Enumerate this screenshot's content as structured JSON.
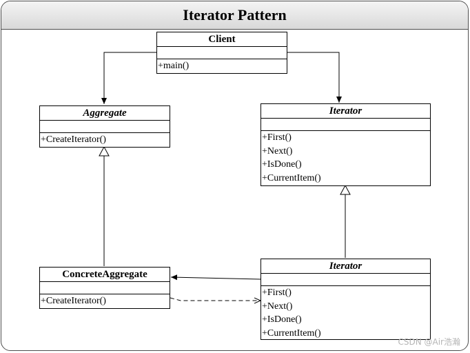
{
  "diagram": {
    "title": "Iterator Pattern",
    "classes": {
      "client": {
        "name": "Client",
        "operations": [
          "+main()"
        ]
      },
      "aggregate": {
        "name": "Aggregate",
        "operations": [
          "+CreateIterator()"
        ]
      },
      "iterator": {
        "name": "Iterator",
        "operations": [
          "+First()",
          "+Next()",
          "+IsDone()",
          "+CurrentItem()"
        ]
      },
      "concrete_aggregate": {
        "name": "ConcreteAggregate",
        "operations": [
          "+CreateIterator()"
        ]
      },
      "concrete_iterator": {
        "name": "Iterator",
        "operations": [
          "+First()",
          "+Next()",
          "+IsDone()",
          "+CurrentItem()"
        ]
      }
    }
  },
  "watermark": "CSDN @Air浩瀚"
}
